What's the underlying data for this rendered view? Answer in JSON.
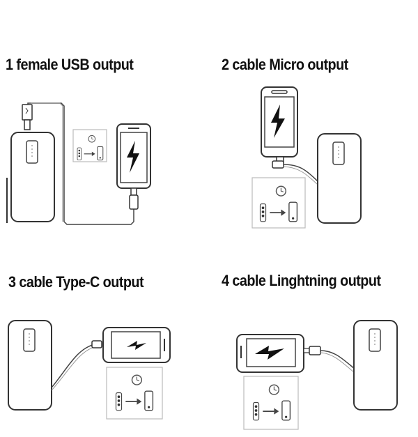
{
  "panels": [
    {
      "title": "1 female USB output"
    },
    {
      "title": "2 cable Micro output"
    },
    {
      "title": "3 cable Type-C output"
    },
    {
      "title": "4 cable Linghtning output"
    }
  ],
  "colors": {
    "line": "#444444",
    "frame": "#bbbbbb",
    "fill": "#ffffff",
    "dot": "#333333"
  },
  "icons": [
    "power-bank",
    "phone",
    "lightning-bolt",
    "usb-plug",
    "clock-icon",
    "battery-icon",
    "arrow-icon"
  ]
}
